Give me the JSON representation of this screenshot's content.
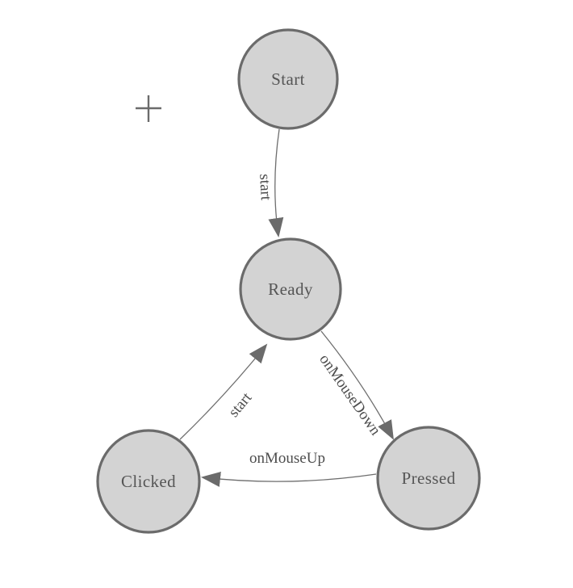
{
  "palette": {
    "background": "#ffffff",
    "node_fill": "#d3d3d3",
    "node_stroke": "#6b6b6b",
    "edge_color": "#6e6e6e",
    "arrow_fill": "#6b6b6b",
    "node_text_color": "#555555",
    "edge_text_color": "#4d4d4d",
    "cursor_color": "#6b6b6b"
  },
  "diagram": {
    "nodes": [
      {
        "id": "start",
        "label": "Start"
      },
      {
        "id": "ready",
        "label": "Ready"
      },
      {
        "id": "clicked",
        "label": "Clicked"
      },
      {
        "id": "pressed",
        "label": "Pressed"
      }
    ],
    "edges": [
      {
        "id": "start-to-ready",
        "label": "start",
        "from": "Start",
        "to": "Ready"
      },
      {
        "id": "ready-to-pressed",
        "label": "onMouseDown",
        "from": "Ready",
        "to": "Pressed"
      },
      {
        "id": "pressed-to-clicked",
        "label": "onMouseUp",
        "from": "Pressed",
        "to": "Clicked"
      },
      {
        "id": "clicked-to-ready",
        "label": "start",
        "from": "Clicked",
        "to": "Ready"
      }
    ],
    "cursor": {
      "icon": "plus-crosshair"
    }
  }
}
